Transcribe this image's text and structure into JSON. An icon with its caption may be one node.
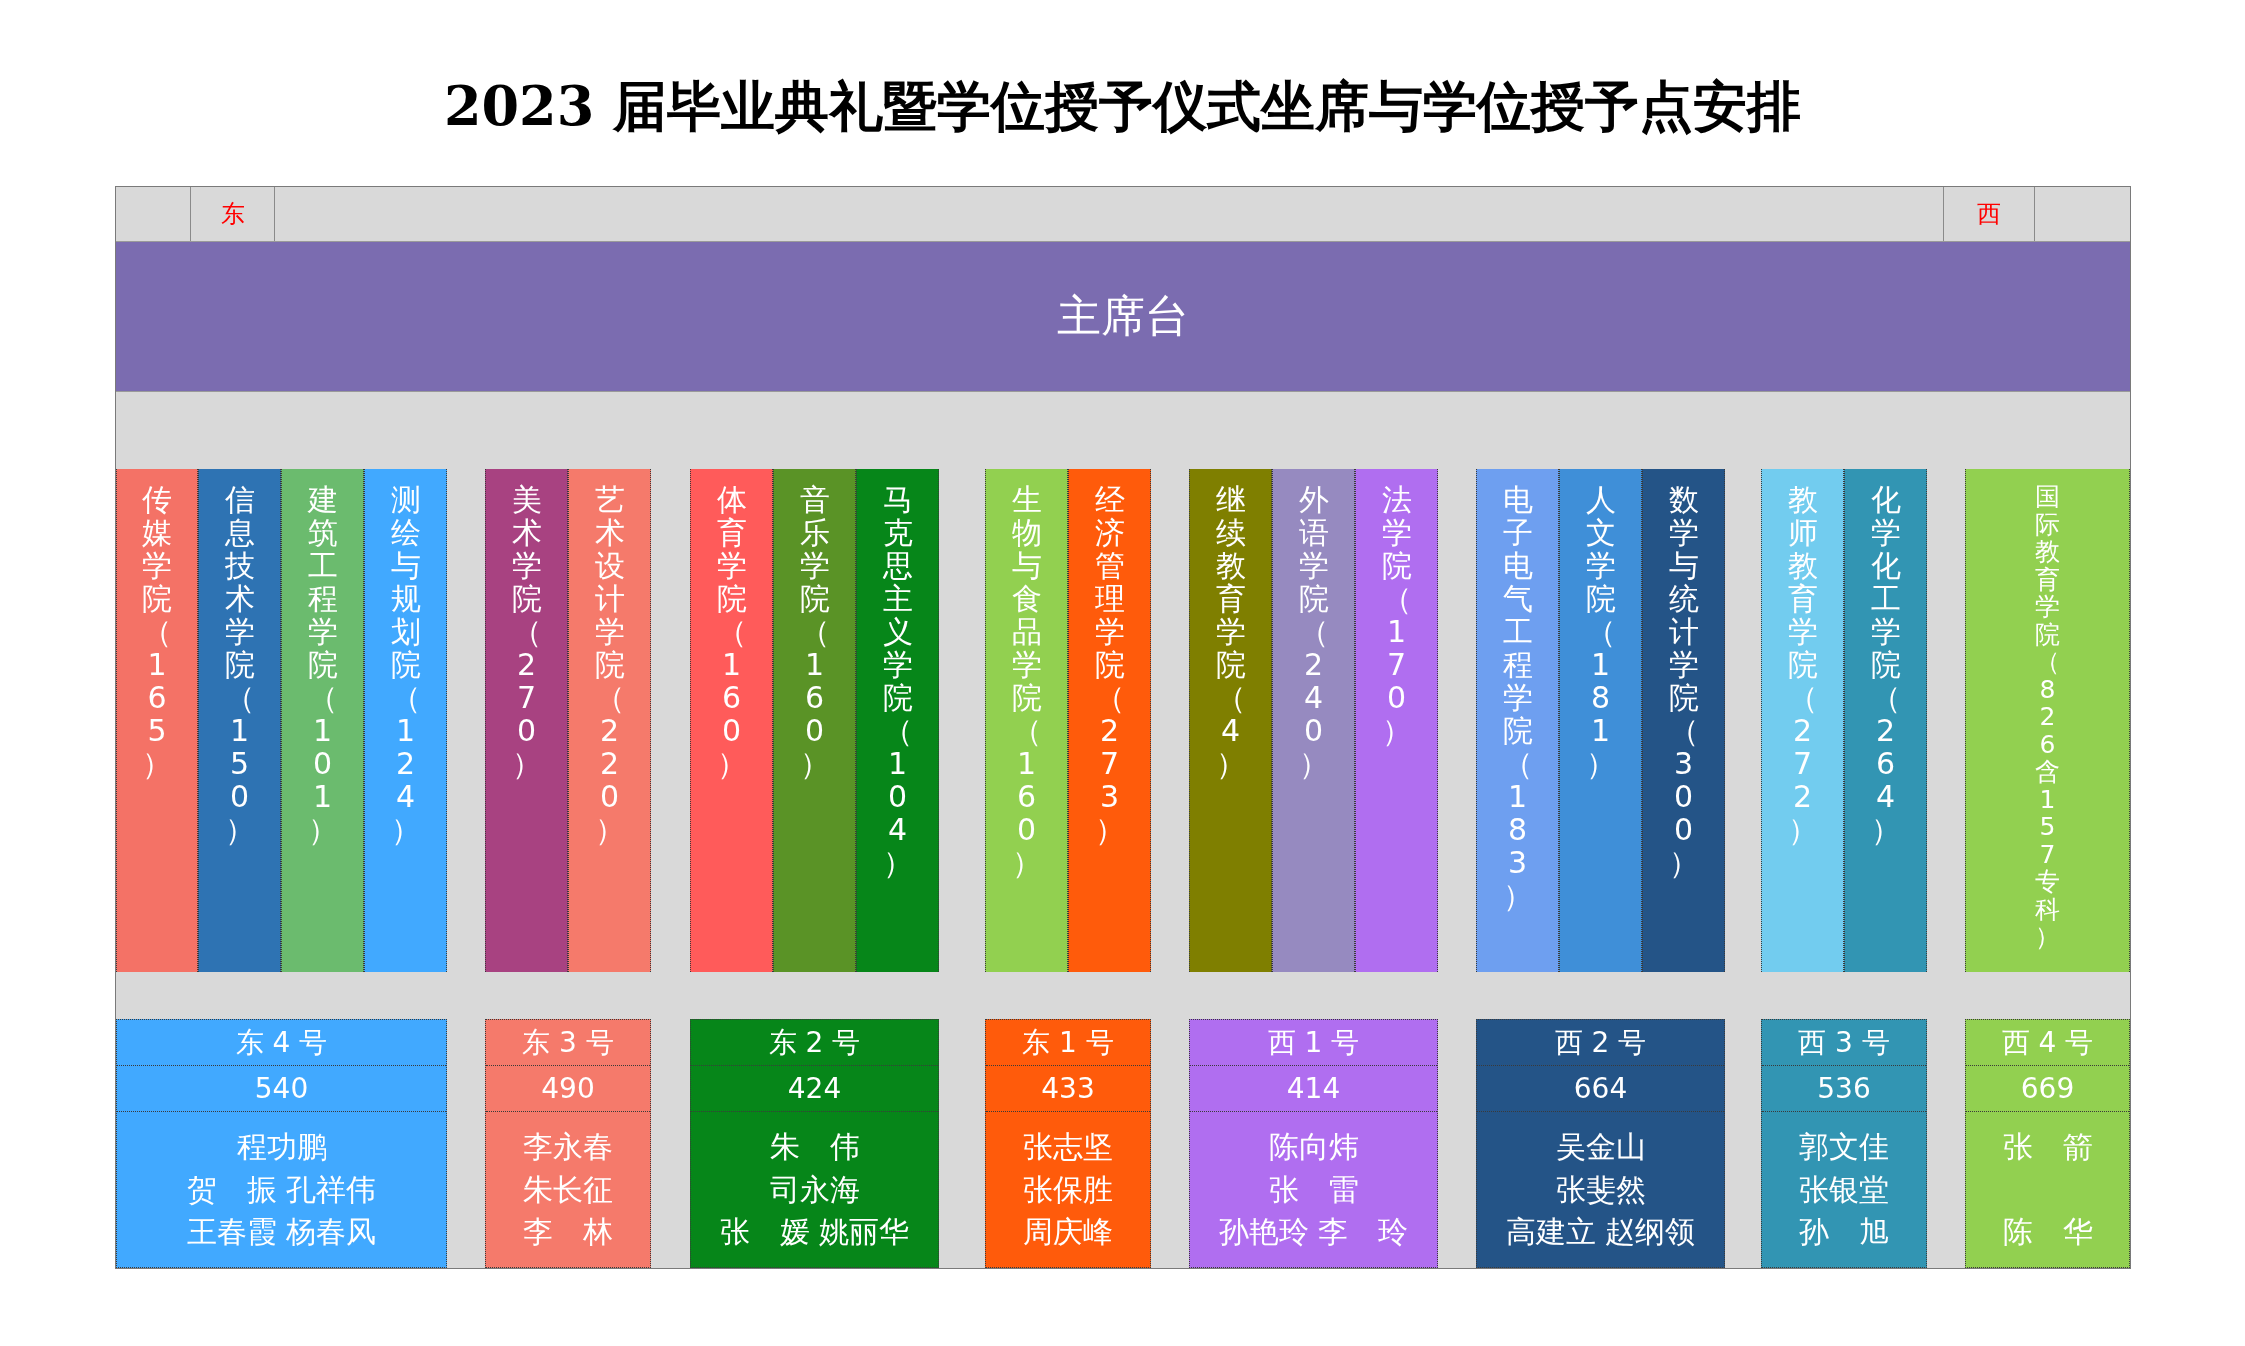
{
  "diagram": {
    "title": "2023 届毕业典礼暨学位授予仪式坐席与学位授予点安排",
    "nodes": [
      {
        "text": [
          "主席台"
        ]
      },
      {
        "text": [
          "传媒学院（165）"
        ]
      },
      {
        "text": [
          "信息技术学院（150）"
        ]
      },
      {
        "text": [
          "建筑工程学院（101）"
        ]
      },
      {
        "text": [
          "测绘与规划院（124）"
        ]
      },
      {
        "text": [
          "美术学院（270）"
        ]
      },
      {
        "text": [
          "艺术设计学院（220）"
        ]
      },
      {
        "text": [
          "体育学院（160）"
        ]
      },
      {
        "text": [
          "音乐学院（160）"
        ]
      },
      {
        "text": [
          "马克思主义学院（104）"
        ]
      },
      {
        "text": [
          "生物与食品学院（160）"
        ]
      },
      {
        "text": [
          "经济管理学院（273）"
        ]
      },
      {
        "text": [
          "继续教育学院（4）"
        ]
      },
      {
        "text": [
          "外语学院（240）"
        ]
      },
      {
        "text": [
          "法学院（170）"
        ]
      },
      {
        "text": [
          "电子电气工程学院（183）"
        ]
      },
      {
        "text": [
          "人文学院（181）"
        ]
      },
      {
        "text": [
          "数学与统计学院（300）"
        ]
      },
      {
        "text": [
          "教师教育学院（272）"
        ]
      },
      {
        "text": [
          "化学化工学院（264）"
        ]
      },
      {
        "text": [
          "国际教育学院（826含157专科）"
        ]
      },
      {
        "text": [
          "东 4 号",
          "540",
          "程功鹏",
          "贺　振 孔祥伟",
          "王春霞 杨春风"
        ]
      },
      {
        "text": [
          "东 3 号",
          "490",
          "李永春",
          "朱长征",
          "李　林"
        ]
      },
      {
        "text": [
          "东 2 号",
          "424",
          "朱　伟",
          "司永海",
          "张　媛 姚丽华"
        ]
      },
      {
        "text": [
          "东 1 号",
          "433",
          "张志坚",
          "张保胜",
          "周庆峰"
        ]
      },
      {
        "text": [
          "西 1 号",
          "414",
          "陈向炜",
          "张　雷",
          "孙艳玲 李　玲"
        ]
      },
      {
        "text": [
          "西 2 号",
          "664",
          "吴金山",
          "张斐然",
          "高建立 赵纲领"
        ]
      },
      {
        "text": [
          "西 3 号",
          "536",
          "郭文佳",
          "张银堂",
          "孙　旭"
        ]
      },
      {
        "text": [
          "西 4 号",
          "669",
          "张　箭",
          "陈　华"
        ]
      }
    ],
    "labels": [
      "东",
      "西"
    ]
  }
}
